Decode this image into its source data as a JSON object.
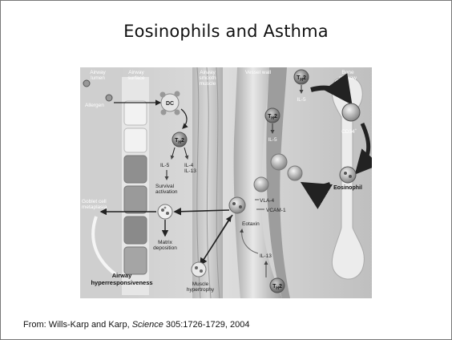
{
  "slide": {
    "title": "Eosinophils and Asthma",
    "caption": {
      "lead": "From: Wills-Karp and Karp, ",
      "journal": "Science",
      "rest": " 305:1726-1729, 2004"
    }
  },
  "diagram": {
    "regions": {
      "airway_lumen_1": "Airway",
      "airway_lumen_2": "lumen",
      "airway_surface_1": "Airway",
      "airway_surface_2": "surface",
      "smooth_muscle_1": "Airway",
      "smooth_muscle_2": "smooth",
      "smooth_muscle_3": "muscle",
      "vessel_wall": "Vessel wall",
      "bone_marrow_1": "Bone",
      "bone_marrow_2": "marrow"
    },
    "labels": {
      "allergen": "Allergen",
      "dc": "DC",
      "th2": "T",
      "th2_sub": "H",
      "th2_tail": "2",
      "il5": "IL-5",
      "il4": "IL-4",
      "il13_top": "IL-13",
      "survival": "Survival",
      "activation": "activation",
      "goblet_1": "Goblet cell",
      "goblet_2": "metaplasia",
      "matrix_1": "Matrix",
      "matrix_2": "deposition",
      "airway_hyper_1": "Airway",
      "airway_hyper_2": "hyperresponsiveness",
      "muscle_1": "Muscle",
      "muscle_2": "hypertrophy",
      "eotaxin": "Eotaxin",
      "il13_bottom": "IL-13",
      "vla4": "VLA-4",
      "vcam1": "VCAM-1",
      "cd34": "CD34",
      "cd34_sup": "+",
      "eosinophil": "Eosinophil"
    },
    "colors": {
      "background": "#d9d9d9",
      "dark_arrow": "#2a2a2a",
      "cell": "#8a8a8a"
    }
  }
}
